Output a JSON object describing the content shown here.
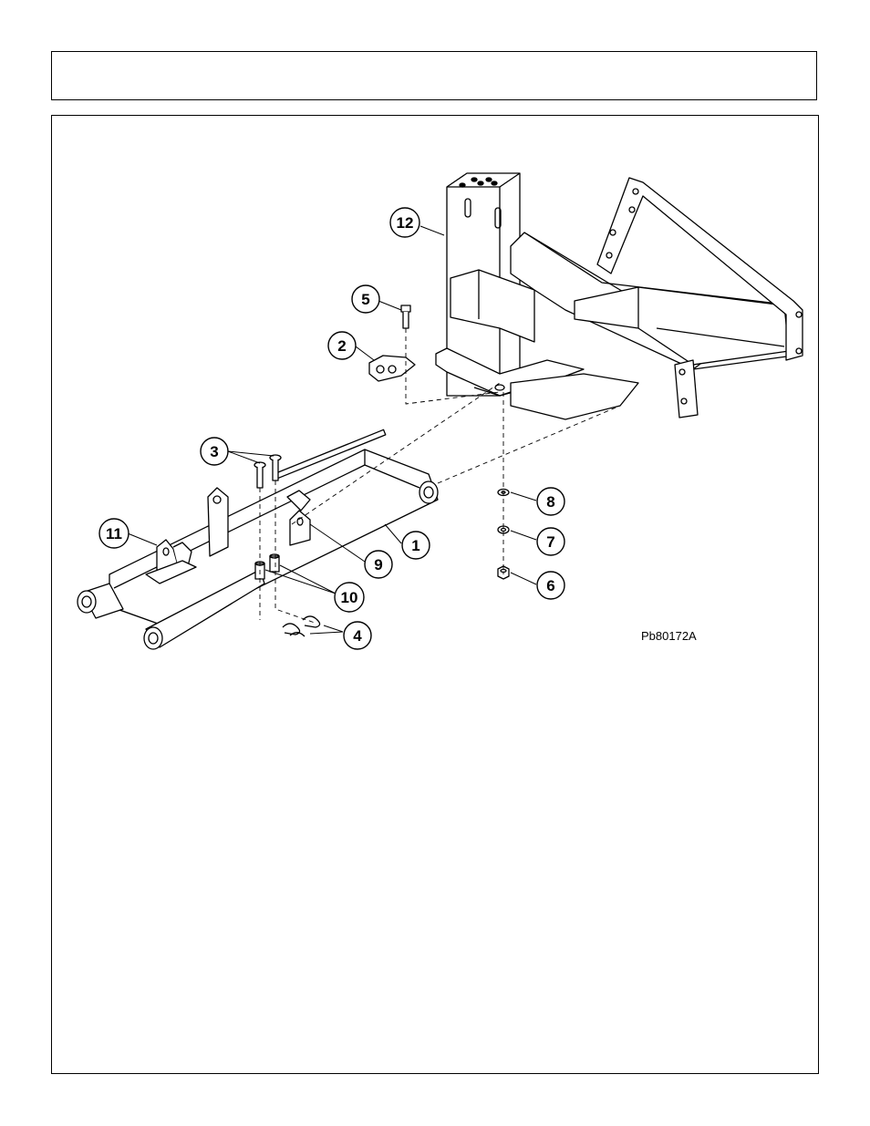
{
  "drawing_number": "Pb80172A",
  "callouts": [
    {
      "id": "12",
      "label": "12"
    },
    {
      "id": "5",
      "label": "5"
    },
    {
      "id": "2",
      "label": "2"
    },
    {
      "id": "3",
      "label": "3"
    },
    {
      "id": "11",
      "label": "11"
    },
    {
      "id": "9",
      "label": "9"
    },
    {
      "id": "1",
      "label": "1"
    },
    {
      "id": "10",
      "label": "10"
    },
    {
      "id": "4",
      "label": "4"
    },
    {
      "id": "8",
      "label": "8"
    },
    {
      "id": "7",
      "label": "7"
    },
    {
      "id": "6",
      "label": "6"
    }
  ]
}
